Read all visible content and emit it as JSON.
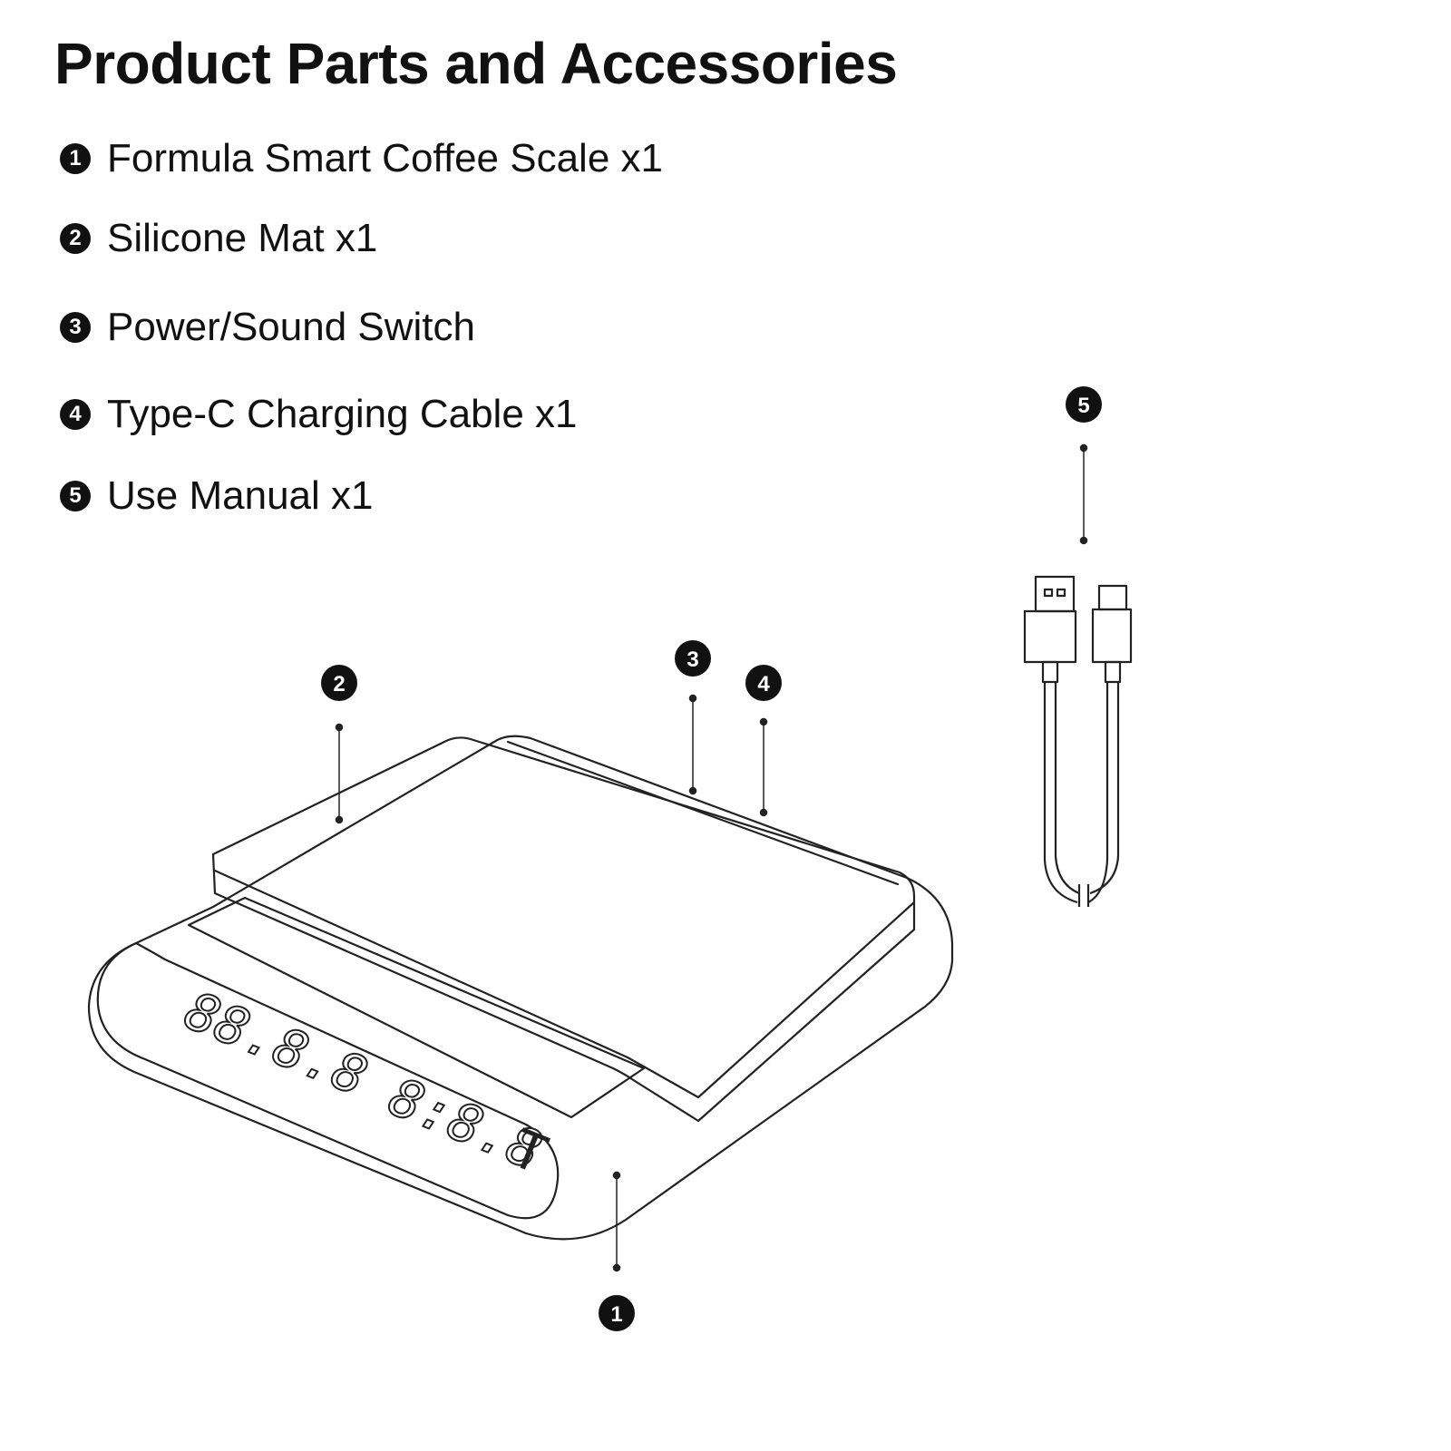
{
  "title": "Product Parts and Accessories",
  "parts": [
    {
      "num": "1",
      "label": "Formula Smart Coffee Scale x1"
    },
    {
      "num": "2",
      "label": "Silicone Mat x1"
    },
    {
      "num": "3",
      "label": "Power/Sound Switch"
    },
    {
      "num": "4",
      "label": "Type-C Charging Cable x1"
    },
    {
      "num": "5",
      "label": "Use Manual x1"
    }
  ],
  "display": {
    "weight": "88.8.8",
    "time": "8:8.8",
    "tare": "T"
  }
}
